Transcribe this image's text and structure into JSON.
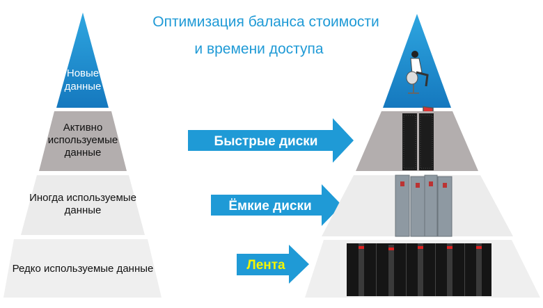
{
  "title": {
    "line1": "Оптимизация баланса стоимости",
    "line2": "и времени доступа"
  },
  "left_pyramid": {
    "tier1": {
      "line1": "Новые",
      "line2": "данные"
    },
    "tier2": {
      "line1": "Активно",
      "line2": "используемые",
      "line3": "данные"
    },
    "tier3": {
      "line1": "Иногда используемые",
      "line2": "данные"
    },
    "tier4": {
      "line1": "Редко используемые данные"
    }
  },
  "arrows": {
    "fast": "Быстрые диски",
    "capacity": "Ёмкие диски",
    "tape": "Лента"
  },
  "colors": {
    "blue": "#1f9ad6",
    "gray": "#b3aeae",
    "light": "#ececec",
    "lighter": "#f0f0f0",
    "tape_text": "#f5f500"
  }
}
